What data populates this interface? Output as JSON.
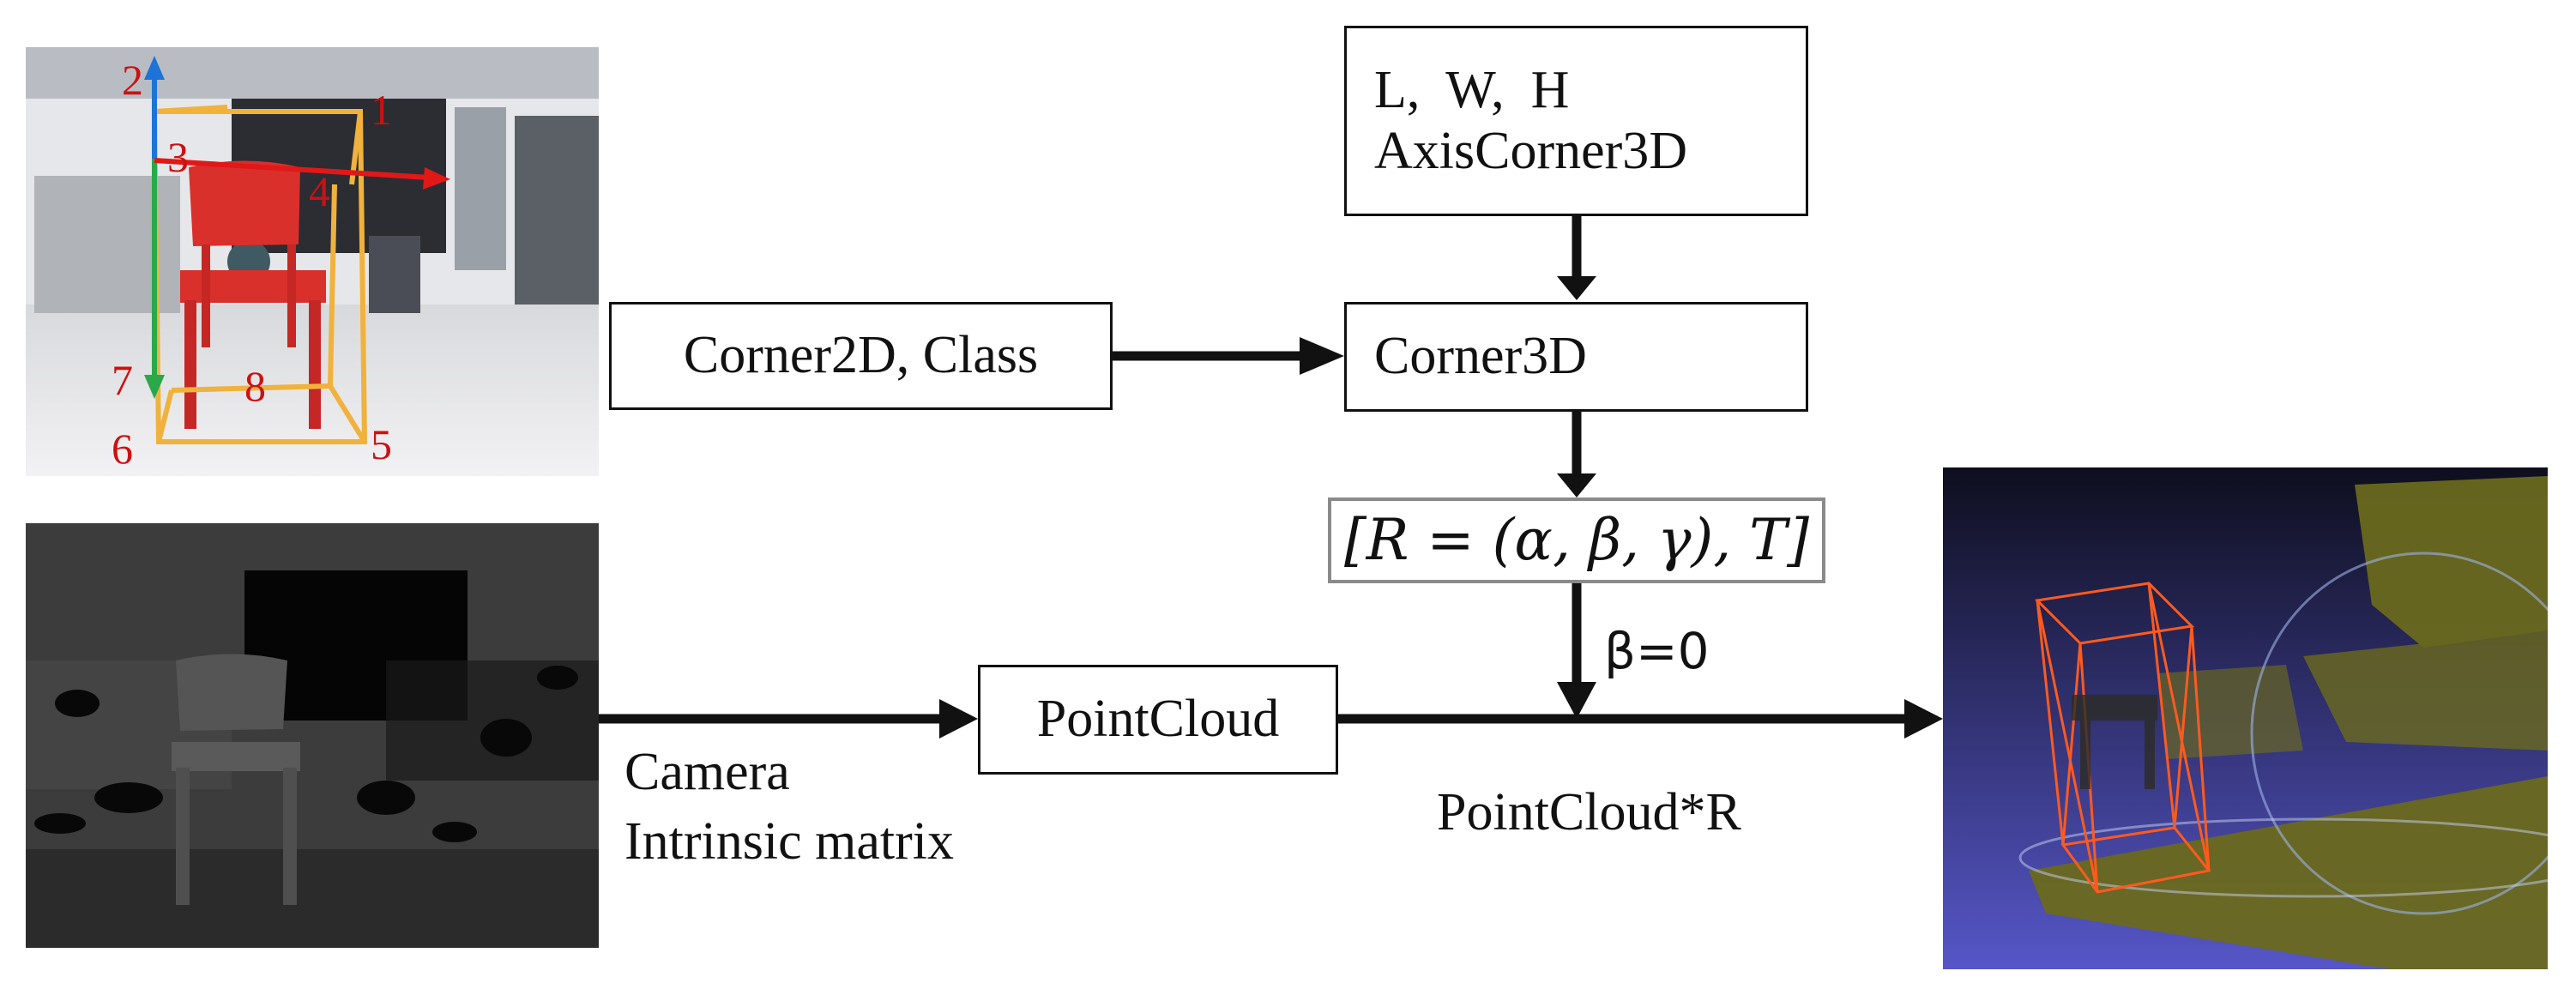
{
  "boxes": {
    "dims_line1": "L,  W,  H",
    "dims_line2": "AxisCorner3D",
    "corner2d": "Corner2D, Class",
    "corner3d": "Corner3D",
    "pose": "[R = (α, β, γ), T]",
    "pointcloud": "PointCloud"
  },
  "labels": {
    "beta": "β=0",
    "camera_line1": "Camera",
    "camera_line2": "Intrinsic matrix",
    "pointcloud_r": "PointCloud*R"
  },
  "corner_numbers": [
    "1",
    "2",
    "3",
    "4",
    "5",
    "6",
    "7",
    "8"
  ],
  "colors": {
    "arrow": "#111111",
    "bbox_yellow": "#f0b23c",
    "chair_red": "#d9302c",
    "axis_blue": "#1e73d8",
    "axis_green": "#2aa84a",
    "axis_red": "#e01818",
    "depth_bg": "#3c3c3c",
    "cloud_bg": "#2a2a6e",
    "cloud_points": "#6b6a1e",
    "cloud_box": "#ff5a1f"
  },
  "icons": [
    "rgb-image-panel",
    "depth-image-panel",
    "point-cloud-render-panel"
  ]
}
